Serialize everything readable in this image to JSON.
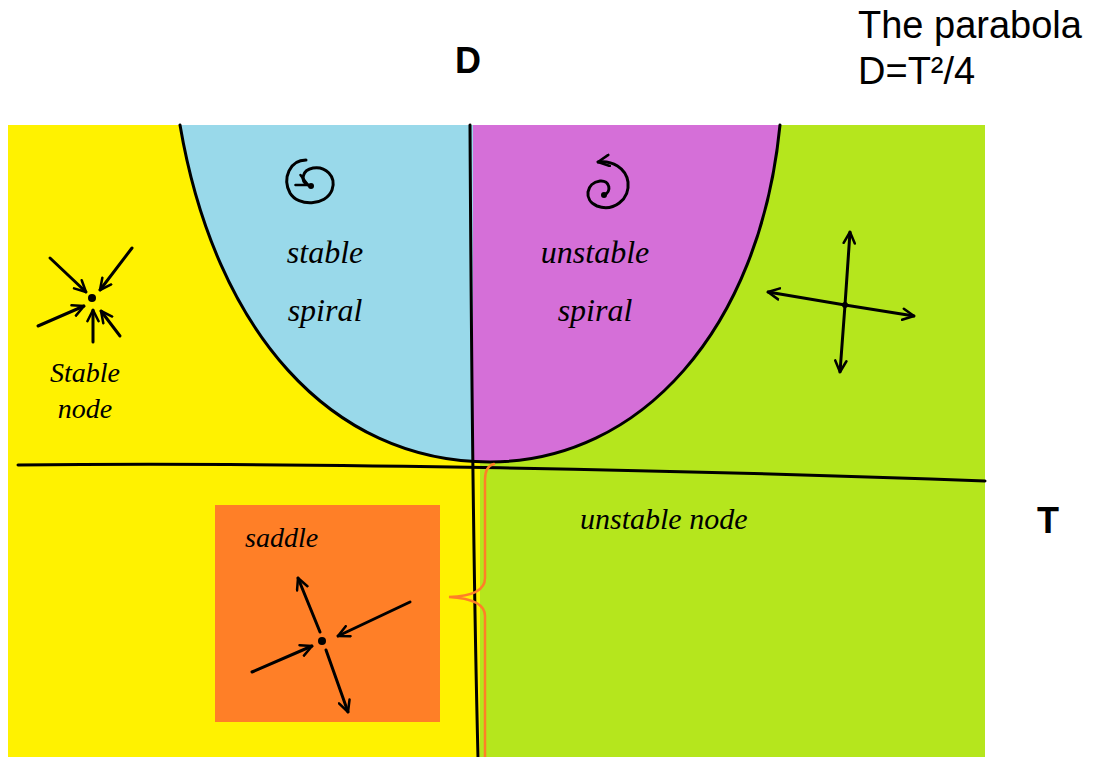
{
  "diagram": {
    "title": "The parabola D=T²/4",
    "nodes": [
      {
        "text": [
          "saddle"
        ]
      }
    ],
    "labels": [
      "D",
      "T",
      "stable spiral",
      "unstable spiral",
      "Stable node",
      "unstable node"
    ]
  }
}
